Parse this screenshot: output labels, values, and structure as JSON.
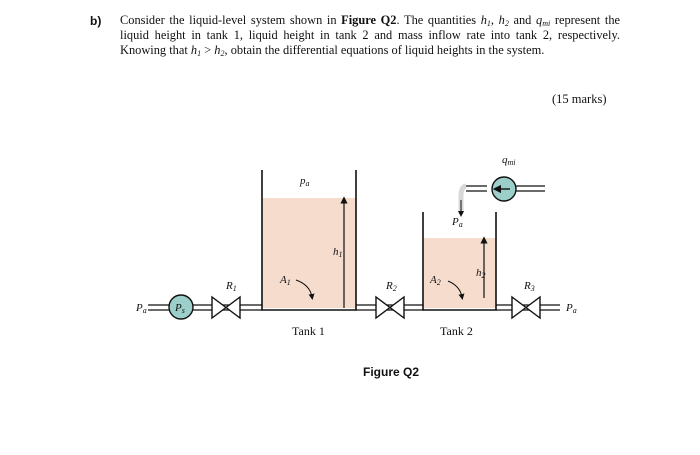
{
  "question": {
    "label": "b)",
    "text_1": "Consider the liquid-level system shown in ",
    "figure_ref": "Figure Q2",
    "text_2": ". The quantities ",
    "h1_base": "h",
    "h1_sub": "1",
    "sep_1": ", ",
    "h2_base": "h",
    "h2_sub": "2",
    "text_and": " and ",
    "q_base": "q",
    "q_sub": "mi",
    "text_3": " represent the liquid height in tank 1, liquid height in tank 2 and mass inflow rate into tank 2, respectively. Knowing that ",
    "cond_h1_base": "h",
    "cond_h1_sub": "1",
    "cond_op": " > ",
    "cond_h2_base": "h",
    "cond_h2_sub": "2",
    "text_4": ", obtain the differential equations of liquid heights in the system.",
    "marks": "(15 marks)"
  },
  "figure": {
    "caption": "Figure Q2",
    "tank1_label": "Tank 1",
    "tank2_label": "Tank 2",
    "pa_top_tank1": "p",
    "pa_top_tank1_sub": "a",
    "pa_top_tank2": "P",
    "pa_top_tank2_sub": "a",
    "pa_left": "P",
    "pa_left_sub": "a",
    "pa_right": "P",
    "pa_right_sub": "a",
    "ps_circle": "P",
    "ps_circle_sub": "s",
    "r1": "R",
    "r1_sub": "1",
    "r2": "R",
    "r2_sub": "2",
    "r3": "R",
    "r3_sub": "3",
    "a1": "A",
    "a1_sub": "1",
    "a2": "A",
    "a2_sub": "2",
    "h1": "h",
    "h1_sub": "1",
    "h2": "h",
    "h2_sub": "2",
    "qmi": "q",
    "qmi_sub": "mi",
    "colors": {
      "liquid": "#f6dccd",
      "pump_fill": "#9ccfc9",
      "line": "#111111"
    }
  }
}
